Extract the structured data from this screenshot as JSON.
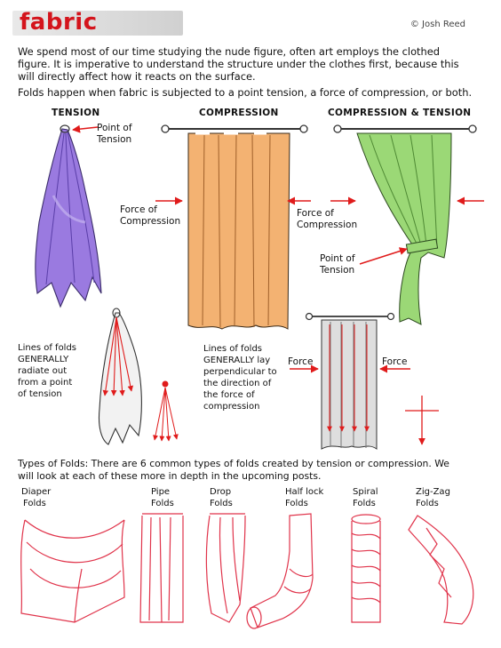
{
  "header": {
    "title": "fabric",
    "credit": "© Josh Reed"
  },
  "intro": {
    "line1": "We spend most of our time studying the nude figure, often art employs the clothed",
    "line2": "figure.  It is imperative to understand the structure under the clothes first, because this",
    "line3": "will directly affect how it reacts on the surface.",
    "line4": "Folds happen when fabric is subjected to a point tension, a force of compression, or both."
  },
  "sections": {
    "tension": "TENSION",
    "compression": "COMPRESSION",
    "both": "COMPRESSION & TENSION"
  },
  "labels": {
    "point_tension_1a": "Point of",
    "point_tension_1b": "Tension",
    "force_comp_1a": "Force of",
    "force_comp_1b": "Compression",
    "force_comp_2a": "Force of",
    "force_comp_2b": "Compression",
    "point_tension_2a": "Point of",
    "point_tension_2b": "Tension",
    "force_left": "Force",
    "force_right": "Force"
  },
  "notes": {
    "tension_1": "Lines of folds",
    "tension_2": "GENERALLY",
    "tension_3": "radiate out",
    "tension_4": "from a point",
    "tension_5": "of tension",
    "comp_1": "Lines of folds",
    "comp_2": "GENERALLY lay",
    "comp_3": "perpendicular to",
    "comp_4": "the direction of",
    "comp_5": "the force of",
    "comp_6": "compression"
  },
  "types": {
    "line1": "Types of Folds:  There are 6 common types of folds created by tension or compression.  We",
    "line2": "will look at each of these more in depth in the upcoming posts.",
    "items": [
      {
        "l1": "Diaper",
        "l2": "Folds"
      },
      {
        "l1": "Pipe",
        "l2": "Folds"
      },
      {
        "l1": "Drop",
        "l2": "Folds"
      },
      {
        "l1": "Half lock",
        "l2": "Folds"
      },
      {
        "l1": "Spiral",
        "l2": "Folds"
      },
      {
        "l1": "Zig-Zag",
        "l2": "Folds"
      }
    ]
  },
  "colors": {
    "brand_red": "#d4141c",
    "arrow_red": "#e01b1b",
    "purple": "#8d6fd6",
    "orange": "#f0a862",
    "green": "#8ed46a",
    "sketch_red": "#e0334a"
  }
}
